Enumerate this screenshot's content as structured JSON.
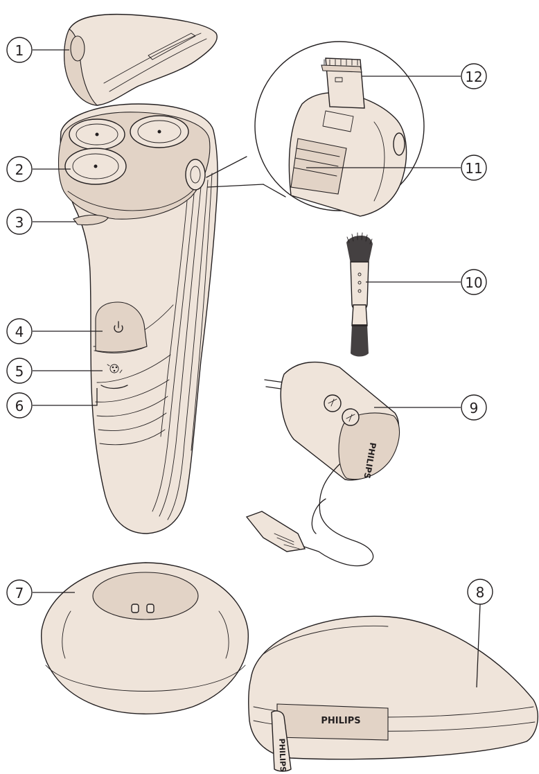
{
  "callouts": [
    {
      "id": "1",
      "label": "1"
    },
    {
      "id": "2",
      "label": "2"
    },
    {
      "id": "3",
      "label": "3"
    },
    {
      "id": "4",
      "label": "4"
    },
    {
      "id": "5",
      "label": "5"
    },
    {
      "id": "6",
      "label": "6"
    },
    {
      "id": "7",
      "label": "7"
    },
    {
      "id": "8",
      "label": "8"
    },
    {
      "id": "9",
      "label": "9"
    },
    {
      "id": "10",
      "label": "10"
    },
    {
      "id": "11",
      "label": "11"
    },
    {
      "id": "12",
      "label": "12"
    }
  ],
  "branding": {
    "adapter_text": "PHILIPS",
    "pouch_text": "PHILIPS",
    "zipper_tag_text": "PHILIPS"
  },
  "colors": {
    "line": "#231f20",
    "product_fill": "#efe4da",
    "shadow_fill": "#e2d3c6",
    "background": "#ffffff"
  }
}
